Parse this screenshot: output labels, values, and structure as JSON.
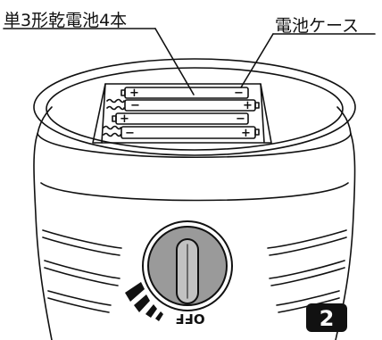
{
  "labels": {
    "batteries": "単3形乾電池4本",
    "battery_case": "電池ケース",
    "off": "OFF",
    "step_number": "2"
  },
  "battery_polarity": {
    "row1": [
      "+",
      "−"
    ],
    "row2": [
      "−",
      "+"
    ],
    "row3": [
      "+",
      "−"
    ],
    "row4": [
      "−",
      "+"
    ]
  },
  "colors": {
    "line": "#111111",
    "badge": "#111111",
    "badge_text": "#ffffff"
  }
}
